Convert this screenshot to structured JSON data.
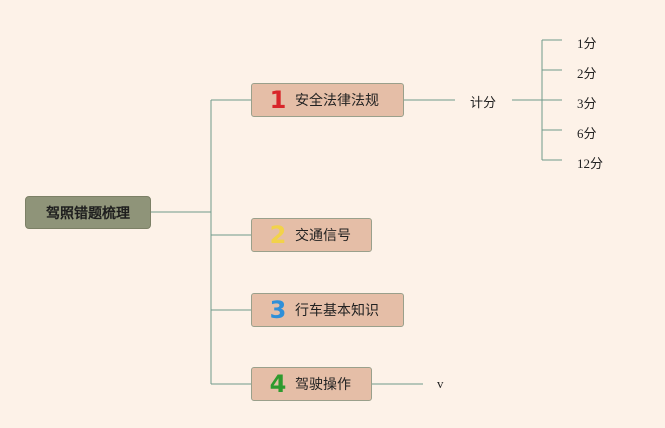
{
  "root": {
    "label": "驾照错题梳理"
  },
  "branches": [
    {
      "number": "1",
      "label": "安全法律法规",
      "number_color": "#d8262a"
    },
    {
      "number": "2",
      "label": "交通信号",
      "number_color": "#f2d24a"
    },
    {
      "number": "3",
      "label": "行车基本知识",
      "number_color": "#2f8fd8"
    },
    {
      "number": "4",
      "label": "驾驶操作",
      "number_color": "#2e9a2e"
    }
  ],
  "scoring": {
    "label": "计分",
    "items": [
      "1分",
      "2分",
      "3分",
      "6分",
      "12分"
    ]
  },
  "driving_child": {
    "label": "v"
  },
  "colors": {
    "background": "#fdf2e8",
    "connector": "#6f9a8a",
    "root_fill": "#8f9479",
    "branch_fill": "#e5bea7"
  }
}
